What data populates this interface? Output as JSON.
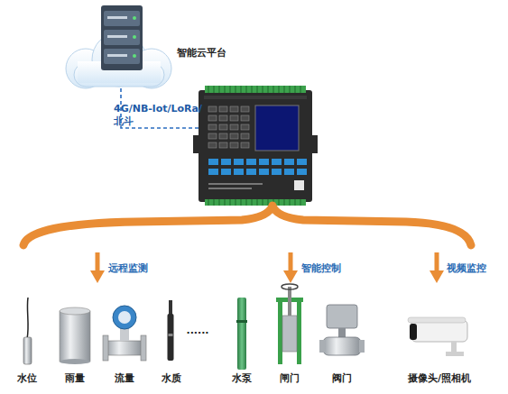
{
  "diagram": {
    "nodes": [
      {
        "text": [
          "智能云平台"
        ]
      }
    ],
    "labels": [
      "4G/NB-lot/LoRa/北斗",
      "远程监测",
      "智能控制",
      "视频监控",
      "水位",
      "雨量",
      "流量",
      "水质",
      "......",
      "水泵",
      "闸门",
      "阀门",
      "摄像头/照相机"
    ]
  }
}
